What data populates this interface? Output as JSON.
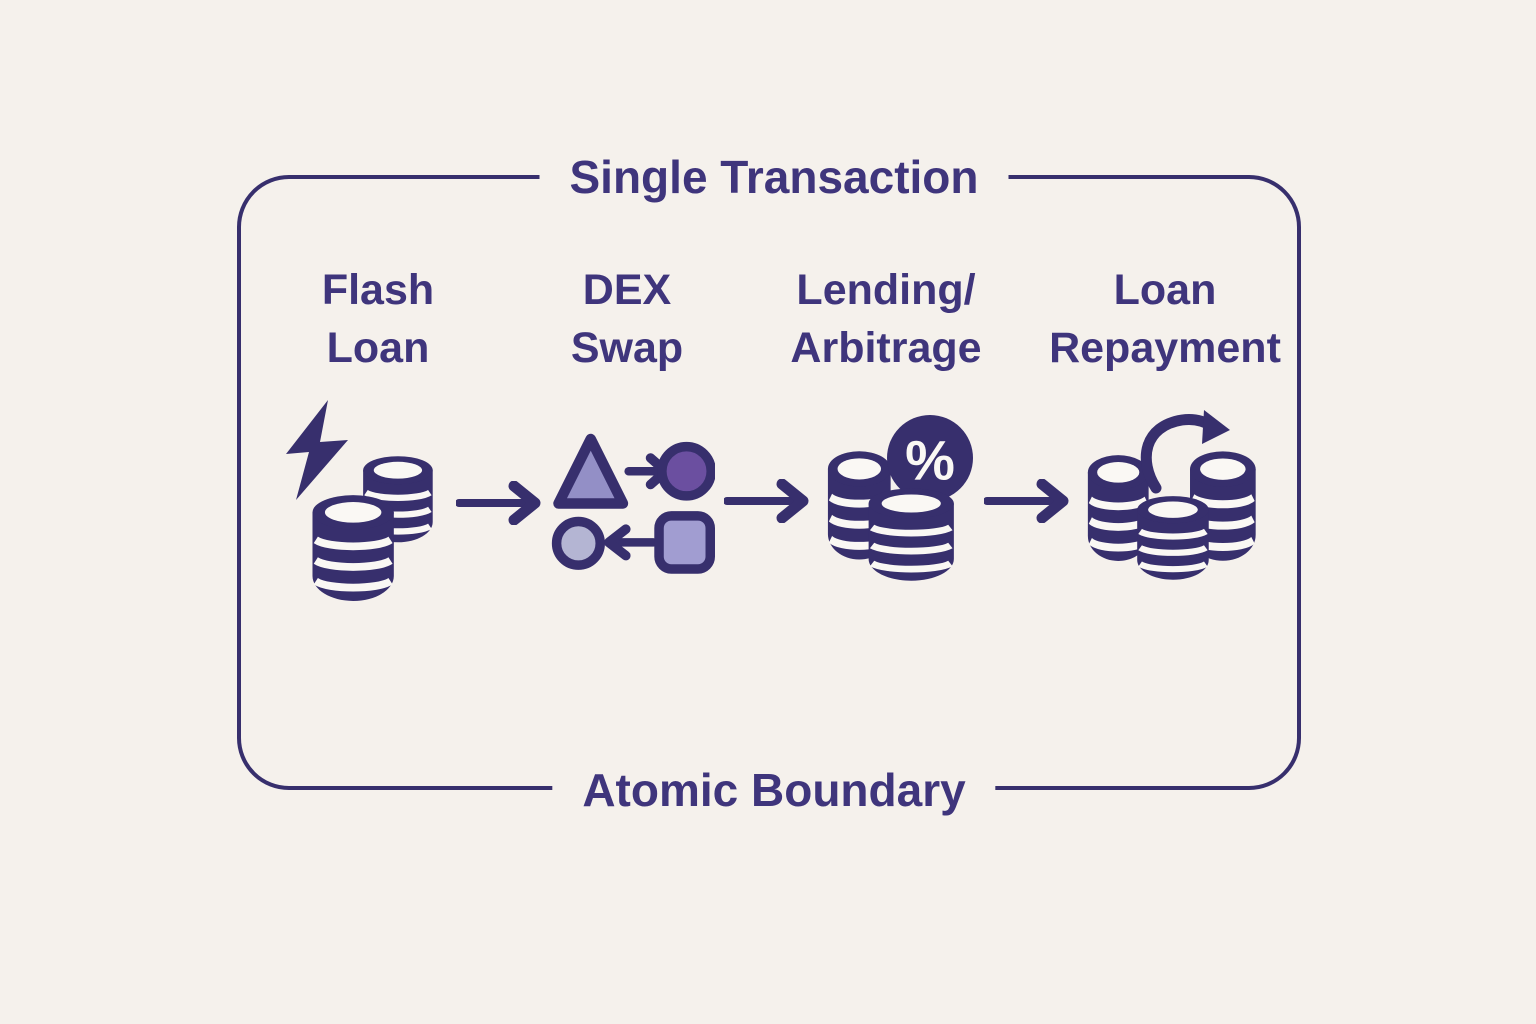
{
  "title": "Single Transaction",
  "footer": "Atomic Boundary",
  "stages": [
    {
      "label_line1": "Flash",
      "label_line2": "Loan",
      "icon": "lightning-bolt-coin-stacks-icon"
    },
    {
      "label_line1": "DEX",
      "label_line2": "Swap",
      "icon": "token-swap-shapes-icon"
    },
    {
      "label_line1": "Lending/",
      "label_line2": "Arbitrage",
      "icon": "coin-stacks-percent-badge-icon"
    },
    {
      "label_line1": "Loan",
      "label_line2": "Repayment",
      "icon": "coin-stacks-return-arrow-icon"
    }
  ],
  "badge_percent": "%",
  "connector_icon": "arrow-right",
  "colors": {
    "background": "#f5f1ec",
    "ink": "#372f6d",
    "label_text": "#3f357c",
    "stripe": "#faf8f4",
    "triangle_fill": "#938fc6",
    "swap_circle_fill": "#6b4fa0",
    "receive_circle_fill": "#b4b5d3",
    "square_fill": "#a19dd1"
  }
}
